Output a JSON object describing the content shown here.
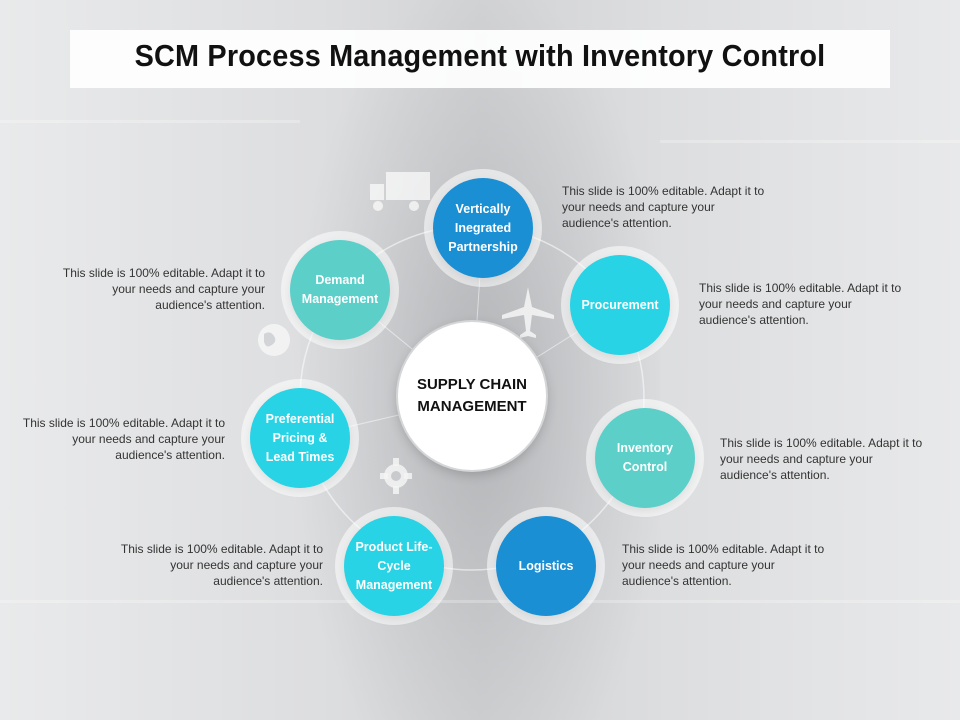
{
  "title": "SCM Process Management with Inventory Control",
  "center_label_line1": "SUPPLY CHAIN",
  "center_label_line2": "MANAGEMENT",
  "colors": {
    "blue": "#1b8fd4",
    "teal": "#5ccfc9",
    "cyan": "#27d3e4"
  },
  "nodes": [
    {
      "id": "vertically",
      "label": "Vertically Inegrated Partnership",
      "color": "blue",
      "description": "This slide is 100% editable. Adapt it to your needs and capture your audience's attention."
    },
    {
      "id": "procurement",
      "label": "Procurement",
      "color": "cyan",
      "description": "This slide is 100% editable. Adapt it to your needs and capture your audience's attention."
    },
    {
      "id": "inventory",
      "label": "Inventory Control",
      "color": "teal",
      "description": "This slide is 100% editable. Adapt it to your needs and capture your audience's attention."
    },
    {
      "id": "logistics",
      "label": "Logistics",
      "color": "blue",
      "description": "This slide is 100% editable. Adapt it to your needs and capture your audience's attention."
    },
    {
      "id": "product",
      "label": "Product Life-Cycle Management",
      "color": "cyan",
      "description": "This slide is 100% editable. Adapt it to your needs and capture your audience's attention."
    },
    {
      "id": "pricing",
      "label": "Preferential Pricing & Lead Times",
      "color": "cyan",
      "description": "This slide is 100% editable. Adapt it to your needs and capture your audience's attention."
    },
    {
      "id": "demand",
      "label": "Demand Management",
      "color": "teal",
      "description": "This slide is 100% editable. Adapt it to your needs and capture your audience's attention."
    }
  ],
  "icons": [
    "truck-icon",
    "airplane-icon",
    "globe-icon",
    "gear-icon"
  ]
}
